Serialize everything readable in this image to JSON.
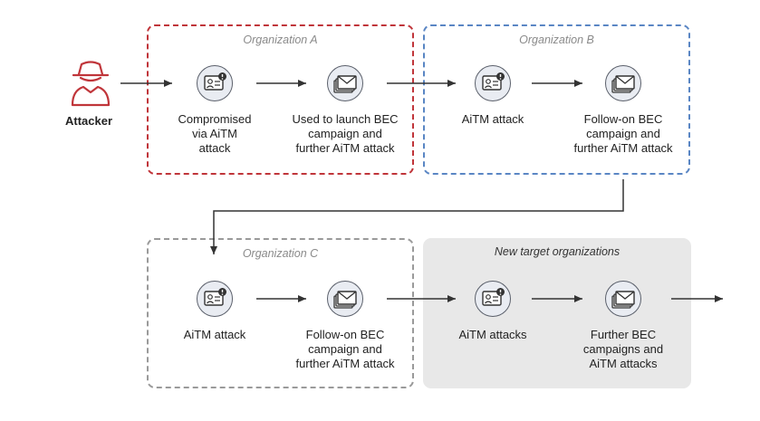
{
  "organizations": {
    "a": {
      "title": "Organization A",
      "border": "#c0353a"
    },
    "b": {
      "title": "Organization B",
      "border": "#5a86c4"
    },
    "c": {
      "title": "Organization C",
      "border": "#9a9a9a"
    },
    "new": {
      "title": "New target organizations",
      "fill": "#e8e8e8"
    }
  },
  "attacker": {
    "label": "Attacker",
    "color": "#c0353a"
  },
  "nodes": {
    "a1": {
      "label": "Compromised\nvia AiTM\nattack",
      "icon": "id-card-alert-icon"
    },
    "a2": {
      "label": "Used to launch BEC\ncampaign and\nfurther AiTM attack",
      "icon": "email-stack-icon"
    },
    "b1": {
      "label": "AiTM attack",
      "icon": "id-card-alert-icon"
    },
    "b2": {
      "label": "Follow-on BEC\ncampaign and\nfurther AiTM attack",
      "icon": "email-stack-icon"
    },
    "c1": {
      "label": "AiTM attack",
      "icon": "id-card-alert-icon"
    },
    "c2": {
      "label": "Follow-on BEC\ncampaign and\nfurther AiTM attack",
      "icon": "email-stack-icon"
    },
    "n1": {
      "label": "AiTM attacks",
      "icon": "id-card-alert-icon"
    },
    "n2": {
      "label": "Further BEC\ncampaigns and\nAiTM attacks",
      "icon": "email-stack-icon"
    }
  }
}
